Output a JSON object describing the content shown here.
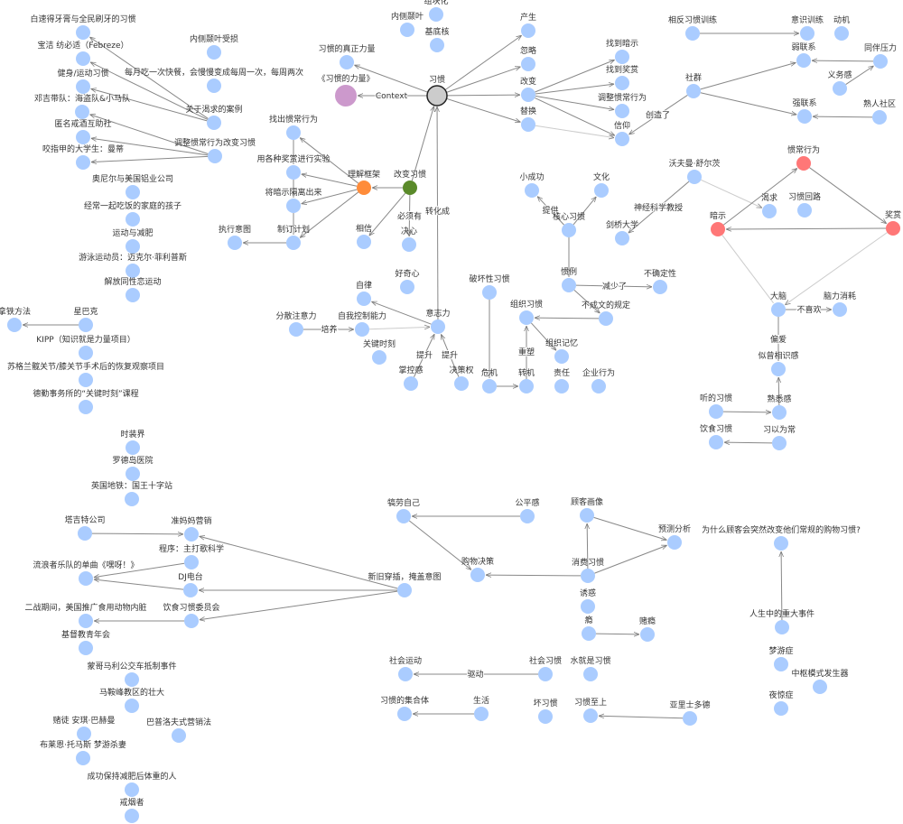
{
  "title": "习惯的力量 知识图谱",
  "colors": {
    "default": "#aaccff",
    "root": "#cccccc",
    "book": "#cc99cc",
    "framework": "#ff8c3a",
    "change": "#5a8a2a",
    "loop": "#ff7777"
  },
  "nodes": [
    {
      "id": "habit",
      "label": "习惯",
      "type": "root"
    },
    {
      "id": "book",
      "label": "《习惯的力量》",
      "type": "book"
    },
    {
      "id": "realpower",
      "label": "习惯的真正力量",
      "type": "default"
    },
    {
      "id": "chunk",
      "label": "组块化",
      "type": "default"
    },
    {
      "id": "mpfc",
      "label": "内侧颞叶",
      "type": "default"
    },
    {
      "id": "basal",
      "label": "基底核",
      "type": "default"
    },
    {
      "id": "produce",
      "label": "产生",
      "type": "default"
    },
    {
      "id": "ignore",
      "label": "忽略",
      "type": "default"
    },
    {
      "id": "change",
      "label": "改变",
      "type": "default"
    },
    {
      "id": "replace",
      "label": "替换",
      "type": "default"
    },
    {
      "id": "findcue",
      "label": "找到暗示",
      "type": "default"
    },
    {
      "id": "findreward",
      "label": "找到奖赏",
      "type": "default"
    },
    {
      "id": "adjroutine",
      "label": "调整惯常行为",
      "type": "default"
    },
    {
      "id": "belief",
      "label": "信仰",
      "type": "default"
    },
    {
      "id": "community",
      "label": "社群",
      "type": "default"
    },
    {
      "id": "reversal",
      "label": "相反习惯训练",
      "type": "default"
    },
    {
      "id": "awareness",
      "label": "意识训练",
      "type": "default"
    },
    {
      "id": "motive",
      "label": "动机",
      "type": "default"
    },
    {
      "id": "weaktie",
      "label": "弱联系",
      "type": "default"
    },
    {
      "id": "peer",
      "label": "同伴压力",
      "type": "default"
    },
    {
      "id": "duty",
      "label": "义务感",
      "type": "default"
    },
    {
      "id": "strongtie",
      "label": "强联系",
      "type": "default"
    },
    {
      "id": "acq",
      "label": "熟人社区",
      "type": "default"
    },
    {
      "id": "toothpaste",
      "label": "白速得牙膏与全民刷牙的习惯",
      "type": "default"
    },
    {
      "id": "febreze",
      "label": "宝洁 纺必适（Febreze）",
      "type": "default"
    },
    {
      "id": "fitness",
      "label": "健身/运动习惯",
      "type": "default"
    },
    {
      "id": "dungy",
      "label": "邓吉带队：海盗队&小马队",
      "type": "default"
    },
    {
      "id": "aa",
      "label": "匿名戒酒互助社",
      "type": "default"
    },
    {
      "id": "mandy",
      "label": "咬指甲的大学生：曼蒂",
      "type": "default"
    },
    {
      "id": "mtl",
      "label": "内侧颞叶受损",
      "type": "default"
    },
    {
      "id": "fastfood",
      "label": "每月吃一次快餐，会慢慢变成每周一次，每周两次",
      "type": "default"
    },
    {
      "id": "craving_cases",
      "label": "关于渴求的案例",
      "type": "default"
    },
    {
      "id": "adj_cases",
      "label": "调整惯常行为改变习惯",
      "type": "default"
    },
    {
      "id": "alcoa",
      "label": "奥尼尔与美国铝业公司",
      "type": "default"
    },
    {
      "id": "family",
      "label": "经常一起吃饭的家庭的孩子",
      "type": "default"
    },
    {
      "id": "diet",
      "label": "运动与减肥",
      "type": "default"
    },
    {
      "id": "phelps",
      "label": "游泳运动员：迈克尔·菲利普斯",
      "type": "default"
    },
    {
      "id": "gay",
      "label": "解放同性恋运动",
      "type": "default"
    },
    {
      "id": "latte",
      "label": "拿铁方法",
      "type": "default"
    },
    {
      "id": "starbucks",
      "label": "星巴克",
      "type": "default"
    },
    {
      "id": "kipp",
      "label": "KIPP（知识就是力量项目）",
      "type": "default"
    },
    {
      "id": "scotland",
      "label": "苏格兰髋关节/膝关节手术后的恢复观察项目",
      "type": "default"
    },
    {
      "id": "deloitte",
      "label": "德勤事务所的“关键时刻”课程",
      "type": "default"
    },
    {
      "id": "findroutine",
      "label": "找出惯常行为",
      "type": "default"
    },
    {
      "id": "experiment",
      "label": "用各种奖赏进行实验",
      "type": "default"
    },
    {
      "id": "isolatecue",
      "label": "将暗示隔离出来",
      "type": "default"
    },
    {
      "id": "plan",
      "label": "制订计划",
      "type": "default"
    },
    {
      "id": "exec",
      "label": "执行意图",
      "type": "default"
    },
    {
      "id": "framework",
      "label": "理解框架",
      "type": "framework"
    },
    {
      "id": "changehabit",
      "label": "改变习惯",
      "type": "change"
    },
    {
      "id": "believe",
      "label": "相信",
      "type": "default"
    },
    {
      "id": "resolve",
      "label": "决心",
      "type": "default"
    },
    {
      "id": "curiosity",
      "label": "好奇心",
      "type": "default"
    },
    {
      "id": "discipline",
      "label": "自律",
      "type": "default"
    },
    {
      "id": "distract",
      "label": "分散注意力",
      "type": "default"
    },
    {
      "id": "selfcontrol",
      "label": "自我控制能力",
      "type": "default"
    },
    {
      "id": "willpower",
      "label": "意志力",
      "type": "default"
    },
    {
      "id": "keymoment",
      "label": "关键时刻",
      "type": "default"
    },
    {
      "id": "control",
      "label": "掌控感",
      "type": "default"
    },
    {
      "id": "decision",
      "label": "决策权",
      "type": "default"
    },
    {
      "id": "destructive",
      "label": "破坏性习惯",
      "type": "default"
    },
    {
      "id": "crisis",
      "label": "危机",
      "type": "default"
    },
    {
      "id": "turning",
      "label": "转机",
      "type": "default"
    },
    {
      "id": "orghabit",
      "label": "组织习惯",
      "type": "default"
    },
    {
      "id": "orgmemory",
      "label": "组织记忆",
      "type": "default"
    },
    {
      "id": "responsibility",
      "label": "责任",
      "type": "default"
    },
    {
      "id": "corp",
      "label": "企业行为",
      "type": "default"
    },
    {
      "id": "smallwin",
      "label": "小成功",
      "type": "default"
    },
    {
      "id": "culture",
      "label": "文化",
      "type": "default"
    },
    {
      "id": "keystone",
      "label": "核心习惯",
      "type": "default"
    },
    {
      "id": "routine2",
      "label": "惯例",
      "type": "default"
    },
    {
      "id": "uncertainty",
      "label": "不确定性",
      "type": "default"
    },
    {
      "id": "unwritten",
      "label": "不成文的规定",
      "type": "default"
    },
    {
      "id": "schultz",
      "label": "沃夫曼·舒尔茨",
      "type": "default"
    },
    {
      "id": "cambridge",
      "label": "剑桥大学",
      "type": "default"
    },
    {
      "id": "craving",
      "label": "渴求",
      "type": "default"
    },
    {
      "id": "loop",
      "label": "习惯回路",
      "type": "default"
    },
    {
      "id": "lroutine",
      "label": "惯常行为",
      "type": "loop"
    },
    {
      "id": "lcue",
      "label": "暗示",
      "type": "loop"
    },
    {
      "id": "lreward",
      "label": "奖赏",
      "type": "loop"
    },
    {
      "id": "brain",
      "label": "大脑",
      "type": "default"
    },
    {
      "id": "braincost",
      "label": "脑力消耗",
      "type": "default"
    },
    {
      "id": "similar",
      "label": "似曾相识感",
      "type": "default"
    },
    {
      "id": "familiar",
      "label": "熟悉感",
      "type": "default"
    },
    {
      "id": "listening",
      "label": "听的习惯",
      "type": "default"
    },
    {
      "id": "eating",
      "label": "饮食习惯",
      "type": "default"
    },
    {
      "id": "accustomed",
      "label": "习以为常",
      "type": "default"
    },
    {
      "id": "fashion",
      "label": "时装界",
      "type": "default"
    },
    {
      "id": "rhode",
      "label": "罗德岛医院",
      "type": "default"
    },
    {
      "id": "kingscross",
      "label": "英国地铁：国王十字站",
      "type": "default"
    },
    {
      "id": "target",
      "label": "塔吉特公司",
      "type": "default"
    },
    {
      "id": "mom",
      "label": "准妈妈营销",
      "type": "default"
    },
    {
      "id": "science",
      "label": "程序：主打歌科学",
      "type": "default"
    },
    {
      "id": "heyya",
      "label": "流浪者乐队的单曲《嘿呀！》",
      "type": "default"
    },
    {
      "id": "dj",
      "label": "DJ电台",
      "type": "default"
    },
    {
      "id": "ww2",
      "label": "二战期间，美国推广食用动物内脏",
      "type": "default"
    },
    {
      "id": "foodcommittee",
      "label": "饮食习惯委员会",
      "type": "default"
    },
    {
      "id": "sandwich",
      "label": "新旧穿插，掩盖意图",
      "type": "default"
    },
    {
      "id": "ymca",
      "label": "基督教青年会",
      "type": "default"
    },
    {
      "id": "montgomery",
      "label": "蒙哥马利公交车抵制事件",
      "type": "default"
    },
    {
      "id": "saddleback",
      "label": "马鞍峰教区的壮大",
      "type": "default"
    },
    {
      "id": "bachmann",
      "label": "赌徒 安琪·巴赫曼",
      "type": "default"
    },
    {
      "id": "pepsodent",
      "label": "巴普洛夫式营销法",
      "type": "default"
    },
    {
      "id": "thomas",
      "label": "布莱恩·托马斯 梦游杀妻",
      "type": "default"
    },
    {
      "id": "keepweight",
      "label": "成功保持减肥后体重的人",
      "type": "default"
    },
    {
      "id": "quitsmoke",
      "label": "戒烟者",
      "type": "default"
    },
    {
      "id": "reward_self",
      "label": "犒劳自己",
      "type": "default"
    },
    {
      "id": "fairness",
      "label": "公平感",
      "type": "default"
    },
    {
      "id": "purchase",
      "label": "购物决策",
      "type": "default"
    },
    {
      "id": "portrait",
      "label": "顾客画像",
      "type": "default"
    },
    {
      "id": "predict",
      "label": "预测分析",
      "type": "default"
    },
    {
      "id": "consume",
      "label": "消费习惯",
      "type": "default"
    },
    {
      "id": "temptation",
      "label": "诱惑",
      "type": "default"
    },
    {
      "id": "addiction",
      "label": "瘾",
      "type": "default"
    },
    {
      "id": "gambling",
      "label": "赌瘾",
      "type": "default"
    },
    {
      "id": "whyshop",
      "label": "为什么顾客会突然改变他们常规的购物习惯?",
      "type": "default"
    },
    {
      "id": "lifeevent",
      "label": "人生中的重大事件",
      "type": "default"
    },
    {
      "id": "sleepwalk",
      "label": "梦游症",
      "type": "default"
    },
    {
      "id": "cpg",
      "label": "中枢模式发生器",
      "type": "default"
    },
    {
      "id": "nightterror",
      "label": "夜惊症",
      "type": "default"
    },
    {
      "id": "socialmove",
      "label": "社会运动",
      "type": "default"
    },
    {
      "id": "socialhabit",
      "label": "社会习惯",
      "type": "default"
    },
    {
      "id": "water",
      "label": "水就是习惯",
      "type": "default"
    },
    {
      "id": "collection",
      "label": "习惯的集合体",
      "type": "default"
    },
    {
      "id": "life",
      "label": "生活",
      "type": "default"
    },
    {
      "id": "badhabit",
      "label": "坏习惯",
      "type": "default"
    },
    {
      "id": "supreme",
      "label": "习惯至上",
      "type": "default"
    },
    {
      "id": "aristotle",
      "label": "亚里士多德",
      "type": "default"
    }
  ],
  "edges": [
    {
      "from": "habit",
      "to": "book",
      "label": "Context"
    },
    {
      "from": "habit",
      "to": "realpower",
      "label": ""
    },
    {
      "from": "habit",
      "to": "produce",
      "label": ""
    },
    {
      "from": "habit",
      "to": "ignore",
      "label": ""
    },
    {
      "from": "habit",
      "to": "change",
      "label": ""
    },
    {
      "from": "habit",
      "to": "replace",
      "label": ""
    },
    {
      "from": "changehabit",
      "to": "habit",
      "label": ""
    },
    {
      "from": "willpower",
      "to": "habit",
      "label": "转化成"
    },
    {
      "from": "change",
      "to": "findcue",
      "label": ""
    },
    {
      "from": "change",
      "to": "findreward",
      "label": ""
    },
    {
      "from": "change",
      "to": "adjroutine",
      "label": ""
    },
    {
      "from": "change",
      "to": "belief",
      "label": ""
    },
    {
      "from": "replace",
      "to": "belief",
      "label": "",
      "style": "light"
    },
    {
      "from": "community",
      "to": "belief",
      "label": "创造了"
    },
    {
      "from": "community",
      "to": "weaktie",
      "label": ""
    },
    {
      "from": "community",
      "to": "strongtie",
      "label": ""
    },
    {
      "from": "reversal",
      "to": "awareness",
      "label": ""
    },
    {
      "from": "peer",
      "to": "weaktie",
      "label": ""
    },
    {
      "from": "duty",
      "to": "peer",
      "label": ""
    },
    {
      "from": "acq",
      "to": "strongtie",
      "label": ""
    },
    {
      "from": "craving_cases",
      "to": "toothpaste",
      "label": ""
    },
    {
      "from": "craving_cases",
      "to": "febreze",
      "label": ""
    },
    {
      "from": "craving_cases",
      "to": "fitness",
      "label": ""
    },
    {
      "from": "adj_cases",
      "to": "dungy",
      "label": ""
    },
    {
      "from": "adj_cases",
      "to": "aa",
      "label": ""
    },
    {
      "from": "adj_cases",
      "to": "mandy",
      "label": ""
    },
    {
      "from": "starbucks",
      "to": "latte",
      "label": ""
    },
    {
      "from": "changehabit",
      "to": "framework",
      "label": ""
    },
    {
      "from": "changehabit",
      "to": "believe",
      "label": ""
    },
    {
      "from": "changehabit",
      "to": "resolve",
      "label": "必须有"
    },
    {
      "from": "framework",
      "to": "findroutine",
      "label": ""
    },
    {
      "from": "framework",
      "to": "experiment",
      "label": ""
    },
    {
      "from": "framework",
      "to": "isolatecue",
      "label": ""
    },
    {
      "from": "framework",
      "to": "plan",
      "label": ""
    },
    {
      "from": "findroutine",
      "to": "experiment",
      "label": "",
      "nohead": true
    },
    {
      "from": "experiment",
      "to": "isolatecue",
      "label": "",
      "nohead": true
    },
    {
      "from": "isolatecue",
      "to": "plan",
      "label": "",
      "nohead": true
    },
    {
      "from": "plan",
      "to": "exec",
      "label": ""
    },
    {
      "from": "willpower",
      "to": "discipline",
      "label": ""
    },
    {
      "from": "distract",
      "to": "selfcontrol",
      "label": "培养"
    },
    {
      "from": "selfcontrol",
      "to": "willpower",
      "label": "",
      "style": "light"
    },
    {
      "from": "control",
      "to": "willpower",
      "label": "提升"
    },
    {
      "from": "decision",
      "to": "willpower",
      "label": "提升"
    },
    {
      "from": "destructive",
      "to": "crisis",
      "label": "",
      "nohead": true
    },
    {
      "from": "crisis",
      "to": "turning",
      "label": ""
    },
    {
      "from": "turning",
      "to": "orghabit",
      "label": "重塑"
    },
    {
      "from": "orghabit",
      "to": "orgmemory",
      "label": ""
    },
    {
      "from": "unwritten",
      "to": "orghabit",
      "label": ""
    },
    {
      "from": "keystone",
      "to": "smallwin",
      "label": "提供"
    },
    {
      "from": "keystone",
      "to": "culture",
      "label": ""
    },
    {
      "from": "keystone",
      "to": "routine2",
      "label": "",
      "nohead": true
    },
    {
      "from": "routine2",
      "to": "uncertainty",
      "label": "减少了"
    },
    {
      "from": "routine2",
      "to": "unwritten",
      "label": ""
    },
    {
      "from": "schultz",
      "to": "cambridge",
      "label": "神经科学教授"
    },
    {
      "from": "schultz",
      "to": "craving",
      "label": "",
      "style": "light"
    },
    {
      "from": "lcue",
      "to": "lroutine",
      "label": ""
    },
    {
      "from": "lroutine",
      "to": "lreward",
      "label": ""
    },
    {
      "from": "lreward",
      "to": "lcue",
      "label": ""
    },
    {
      "from": "lcue",
      "to": "brain",
      "label": "",
      "style": "light",
      "nohead": true
    },
    {
      "from": "lreward",
      "to": "brain",
      "label": "",
      "style": "light"
    },
    {
      "from": "brain",
      "to": "braincost",
      "label": "不喜欢"
    },
    {
      "from": "brain",
      "to": "similar",
      "label": "偏爱",
      "nohead": true
    },
    {
      "from": "familiar",
      "to": "similar",
      "label": ""
    },
    {
      "from": "listening",
      "to": "familiar",
      "label": ""
    },
    {
      "from": "accustomed",
      "to": "eating",
      "label": ""
    },
    {
      "from": "target",
      "to": "mom",
      "label": ""
    },
    {
      "from": "sandwich",
      "to": "mom",
      "label": ""
    },
    {
      "from": "sandwich",
      "to": "dj",
      "label": ""
    },
    {
      "from": "sandwich",
      "to": "foodcommittee",
      "label": ""
    },
    {
      "from": "science",
      "to": "heyya",
      "label": ""
    },
    {
      "from": "dj",
      "to": "heyya",
      "label": ""
    },
    {
      "from": "foodcommittee",
      "to": "ww2",
      "label": ""
    },
    {
      "from": "fairness",
      "to": "reward_self",
      "label": ""
    },
    {
      "from": "reward_self",
      "to": "purchase",
      "label": ""
    },
    {
      "from": "consume",
      "to": "purchase",
      "label": ""
    },
    {
      "from": "consume",
      "to": "portrait",
      "label": ""
    },
    {
      "from": "consume",
      "to": "predict",
      "label": ""
    },
    {
      "from": "portrait",
      "to": "predict",
      "label": ""
    },
    {
      "from": "addiction",
      "to": "gambling",
      "label": ""
    },
    {
      "from": "lifeevent",
      "to": "whyshop",
      "label": ""
    },
    {
      "from": "socialhabit",
      "to": "socialmove",
      "label": "驱动"
    },
    {
      "from": "life",
      "to": "collection",
      "label": ""
    },
    {
      "from": "aristotle",
      "to": "supreme",
      "label": ""
    }
  ]
}
